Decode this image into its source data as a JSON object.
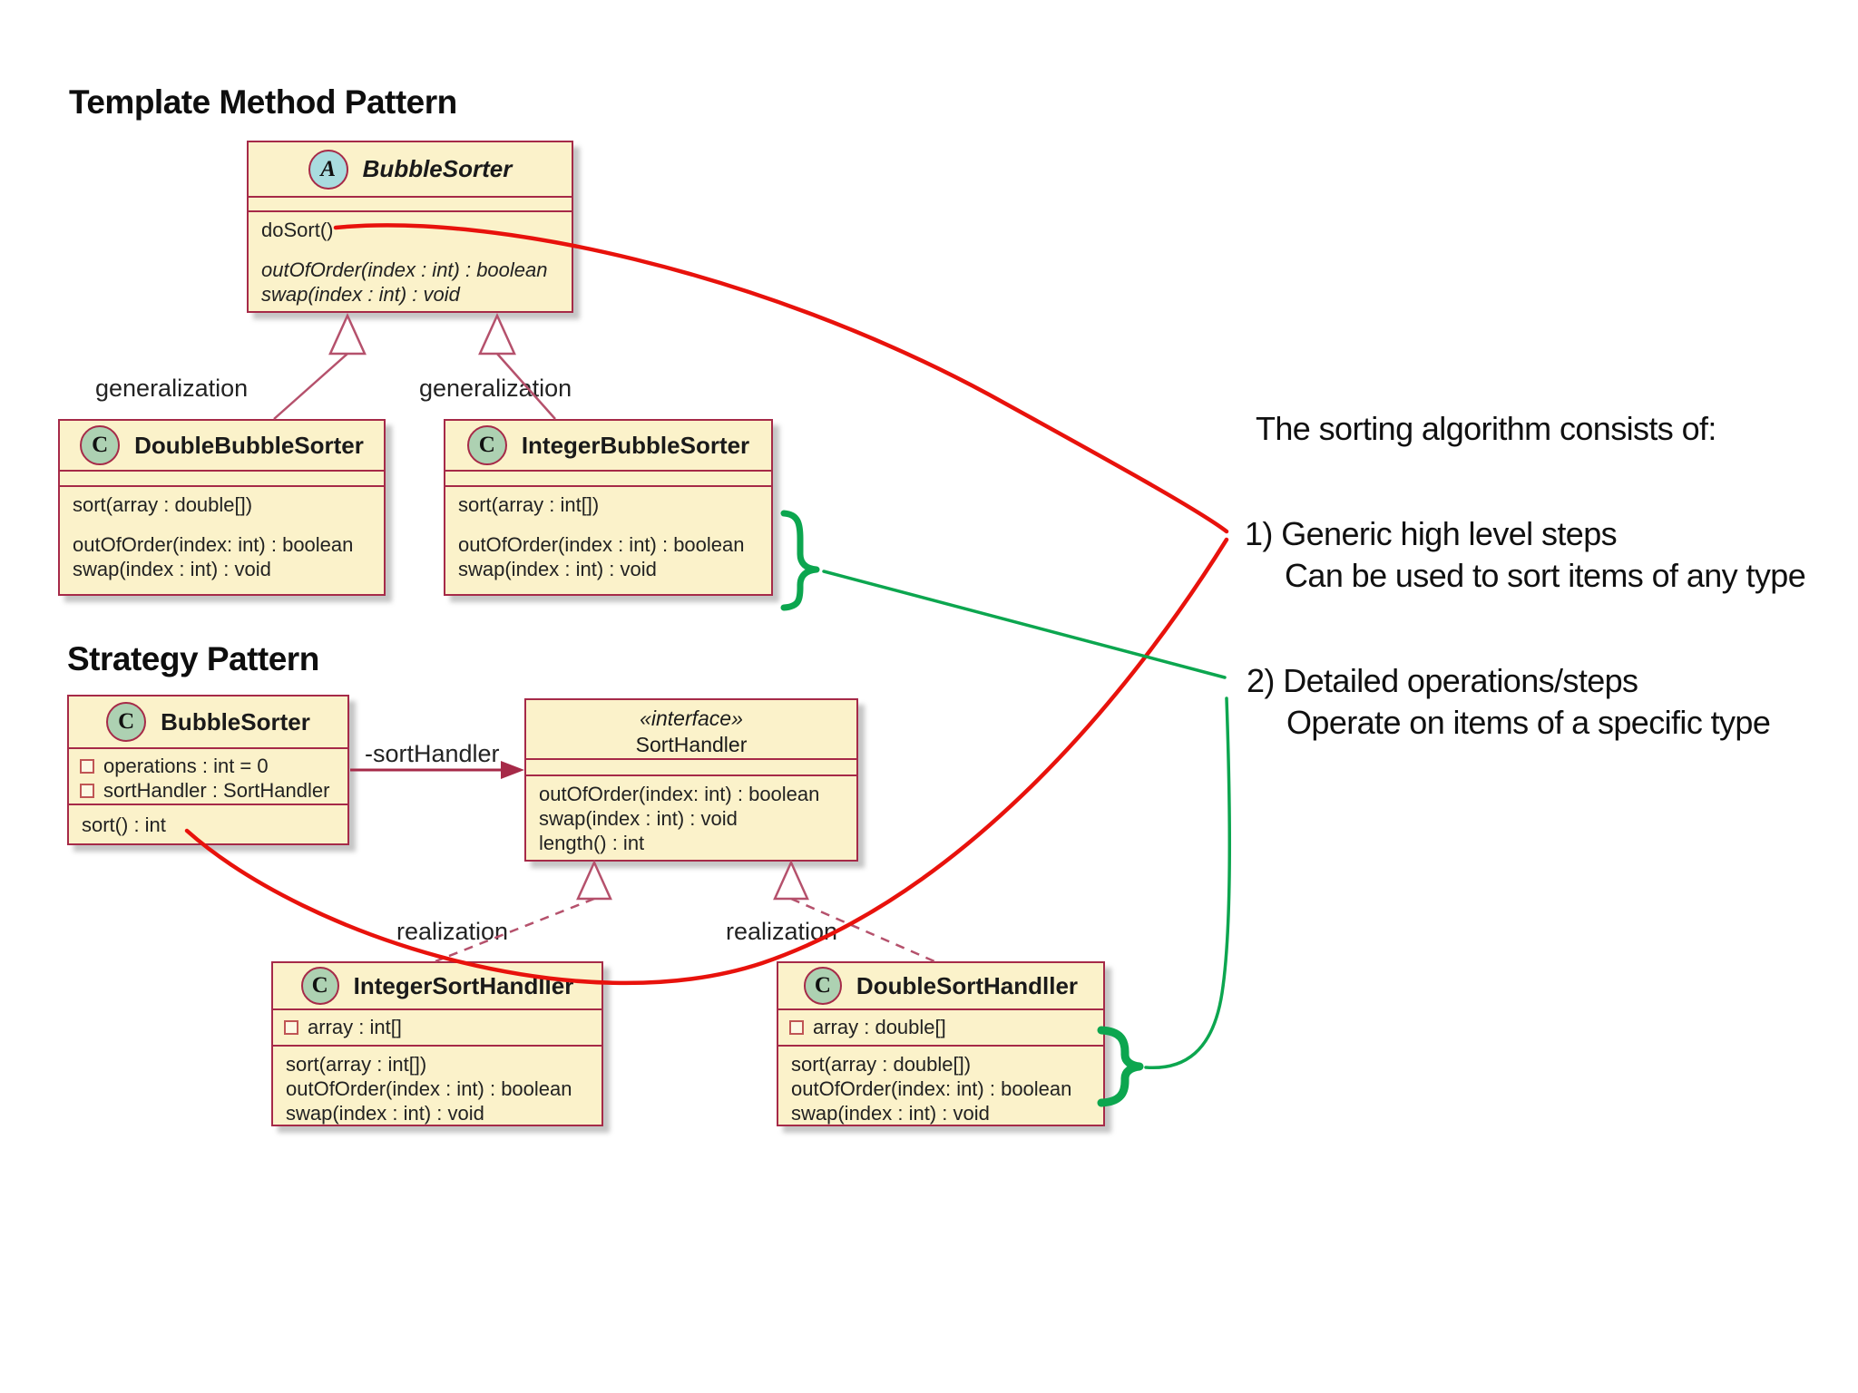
{
  "titles": {
    "template_section": "Template Method Pattern",
    "strategy_section": "Strategy Pattern"
  },
  "notes": {
    "heading": "The sorting algorithm consists of:",
    "item1": "1) Generic high level steps",
    "item1_sub": "Can be used to sort items of any type",
    "item2": "2) Detailed operations/steps",
    "item2_sub": "Operate on items of a specific type"
  },
  "labels": {
    "generalization_left": "generalization",
    "generalization_right": "generalization",
    "realization_left": "realization",
    "realization_right": "realization",
    "association": "-sortHandler"
  },
  "classes": {
    "tm_bubble_sorter": {
      "stereotype": "A",
      "name": "BubbleSorter",
      "methods": [
        "doSort()",
        "outOfOrder(index : int) : boolean",
        "swap(index : int) : void"
      ]
    },
    "double_bubble_sorter": {
      "stereotype": "C",
      "name": "DoubleBubbleSorter",
      "methods": [
        "sort(array : double[])",
        "outOfOrder(index: int) : boolean",
        "swap(index : int) : void"
      ]
    },
    "integer_bubble_sorter": {
      "stereotype": "C",
      "name": "IntegerBubbleSorter",
      "methods": [
        "sort(array : int[])",
        "outOfOrder(index : int) : boolean",
        "swap(index : int) : void"
      ]
    },
    "st_bubble_sorter": {
      "stereotype": "C",
      "name": "BubbleSorter",
      "attributes": [
        "operations : int = 0",
        "sortHandler : SortHandler"
      ],
      "methods": [
        "sort() : int"
      ]
    },
    "sort_handler": {
      "stereotype_label": "«interface»",
      "name": "SortHandler",
      "methods": [
        "outOfOrder(index: int) : boolean",
        "swap(index : int) : void",
        "length() : int"
      ]
    },
    "integer_sort_handler": {
      "stereotype": "C",
      "name": "IntegerSortHandller",
      "attributes": [
        "array : int[]"
      ],
      "methods": [
        "sort(array : int[])",
        "outOfOrder(index : int) : boolean",
        "swap(index : int) : void"
      ]
    },
    "double_sort_handler": {
      "stereotype": "C",
      "name": "DoubleSortHandller",
      "attributes": [
        "array : double[]"
      ],
      "methods": [
        "sort(array : double[])",
        "outOfOrder(index: int) : boolean",
        "swap(index : int) : void"
      ]
    }
  },
  "colors": {
    "box_fill": "#FBF2CA",
    "box_border": "#A62A48",
    "abstract_icon_fill": "#A9DCDF",
    "class_icon_fill": "#ADD1B2",
    "uml_line": "#B5516C",
    "annotation_red": "#E8120C",
    "annotation_green": "#0CA64F"
  }
}
